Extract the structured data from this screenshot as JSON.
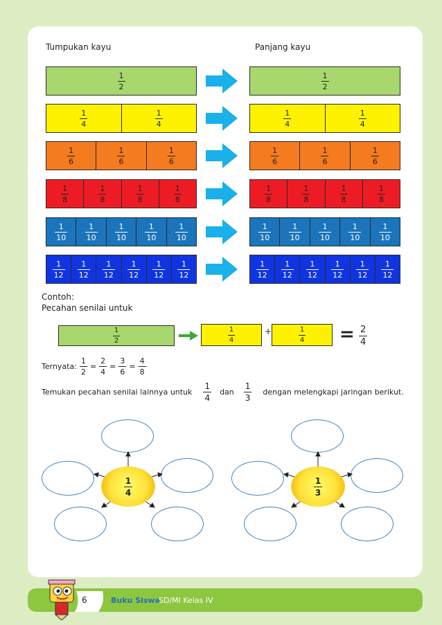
{
  "headers": {
    "left": "Tumpukan kayu",
    "right": "Panjang kayu"
  },
  "rows": [
    {
      "color": "#a8d86d",
      "dark": false,
      "num": "1",
      "den": "2",
      "count": 1
    },
    {
      "color": "#fff200",
      "dark": false,
      "num": "1",
      "den": "4",
      "count": 2
    },
    {
      "color": "#f47b20",
      "dark": false,
      "num": "1",
      "den": "6",
      "count": 3
    },
    {
      "color": "#ed1c24",
      "dark": false,
      "num": "1",
      "den": "8",
      "count": 4
    },
    {
      "color": "#1b75bc",
      "dark": true,
      "num": "1",
      "den": "10",
      "count": 5
    },
    {
      "color": "#1035e0",
      "dark": true,
      "num": "1",
      "den": "12",
      "count": 6
    }
  ],
  "arrow_color": "#1ab0ea",
  "example": {
    "title": "Contoh:",
    "subtitle": "Pecahan senilai untuk",
    "half": {
      "num": "1",
      "den": "2"
    },
    "quarter_a": {
      "num": "1",
      "den": "4"
    },
    "plus": "+",
    "quarter_b": {
      "num": "1",
      "den": "4"
    },
    "equals": "=",
    "result": {
      "num": "2",
      "den": "4"
    }
  },
  "ternyata": {
    "label": "Ternyata:",
    "f1": {
      "num": "1",
      "den": "2"
    },
    "f2": {
      "num": "2",
      "den": "4"
    },
    "f3": {
      "num": "3",
      "den": "6"
    },
    "f4": {
      "num": "4",
      "den": "8"
    },
    "eq": "="
  },
  "instruction": {
    "before": "Temukan pecahan senilai lainnya untuk",
    "f_a": {
      "num": "1",
      "den": "4"
    },
    "mid": "dan",
    "f_b": {
      "num": "1",
      "den": "3"
    },
    "after": "dengan melengkapi jaringan berikut."
  },
  "networks": [
    {
      "num": "1",
      "den": "4"
    },
    {
      "num": "1",
      "den": "3"
    }
  ],
  "footer": {
    "page": "6",
    "book": "Buku Siswa",
    "grade": "SD/MI Kelas IV"
  }
}
